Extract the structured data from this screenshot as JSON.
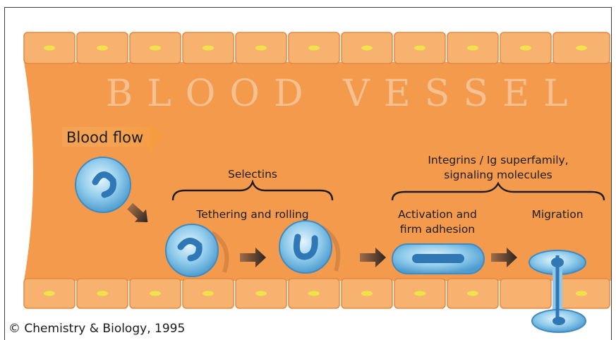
{
  "diagram": {
    "title": "BLOOD VESSEL",
    "blood_flow_label": "Blood flow",
    "selectins_label": "Selectins",
    "integrins_label_line1": "Integrins / Ig superfamily,",
    "integrins_label_line2": "signaling molecules",
    "stages": [
      "Tethering and rolling",
      "Activation and",
      "firm adhesion",
      "Migration"
    ]
  },
  "caption": "© Chemistry & Biology, 1995",
  "colors": {
    "vessel": "#f39a4c",
    "endothelial_cell": "#f6b26e",
    "nucleus": "#f1e24a",
    "leukocyte": "#5aa8d8",
    "arrow": "#3a2e28",
    "blood_flow_arrow": "#f7a84f"
  }
}
